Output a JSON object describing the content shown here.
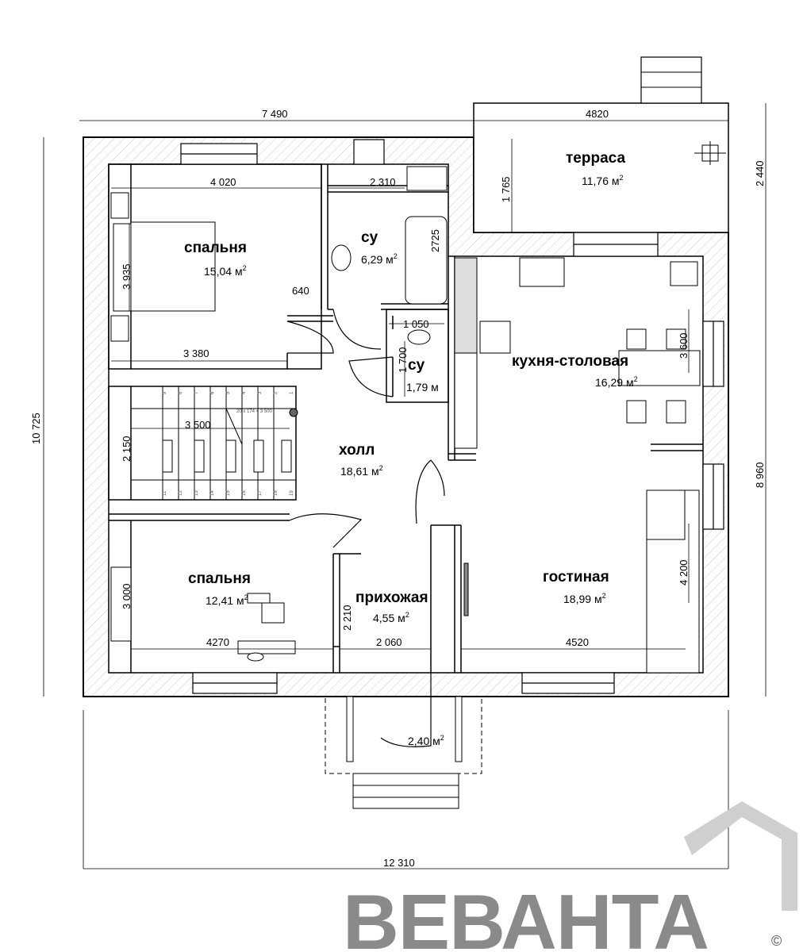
{
  "rooms": {
    "bedroom_1": {
      "name": "спальня",
      "area": "15,04",
      "unit": "м"
    },
    "bathroom_1": {
      "name": "су",
      "area": "6,29",
      "unit": "м"
    },
    "bathroom_2": {
      "name": "су",
      "area": "1,79",
      "unit": "м"
    },
    "terrace": {
      "name": "терраса",
      "area": "11,76",
      "unit": "м"
    },
    "kitchen": {
      "name": "кухня-столовая",
      "area": "16,29",
      "unit": "м"
    },
    "hall": {
      "name": "холл",
      "area": "18,61",
      "unit": "м"
    },
    "bedroom_2": {
      "name": "спальня",
      "area": "12,41",
      "unit": "м"
    },
    "entrance_hall": {
      "name": "прихожая",
      "area": "4,55",
      "unit": "м"
    },
    "living_room": {
      "name": "гостиная",
      "area": "18,99",
      "unit": "м"
    },
    "porch": {
      "area": "2,40",
      "unit": "м"
    }
  },
  "dimensions": {
    "top_left": "7 490",
    "top_terrace": "4820",
    "terrace_depth": "2 440",
    "terrace_inner": "1 765",
    "left_total": "10 725",
    "right_lower": "8 960",
    "bottom_total": "12 310",
    "bedroom1_width": "4 020",
    "bedroom1_depth": "3 935",
    "bedroom1_bottom": "3 380",
    "bedroom1_door": "640",
    "bath1_width": "2 310",
    "bath1_depth": "2725",
    "bath2_width": "1 050",
    "bath2_depth": "1 700",
    "kitchen_depth": "3 600",
    "stair_width": "3 500",
    "stair_depth": "2 150",
    "stair_note": "20 х 174 = 3 500",
    "bedroom2_depth": "3 000",
    "bedroom2_width": "4270",
    "entrance_depth": "2 210",
    "entrance_width": "2 060",
    "living_width": "4520",
    "living_depth": "4 200"
  },
  "stair_steps_top": [
    "9",
    "8",
    "7",
    "6",
    "5",
    "4",
    "3",
    "2",
    "1"
  ],
  "stair_steps_bottom": [
    "11",
    "12",
    "13",
    "14",
    "15",
    "16",
    "17",
    "18",
    "19"
  ],
  "brand": {
    "name": "ВЕВАНТА",
    "copyright": "©",
    "color": "#8a8a8a",
    "roof_color": "#cfcfcf"
  }
}
